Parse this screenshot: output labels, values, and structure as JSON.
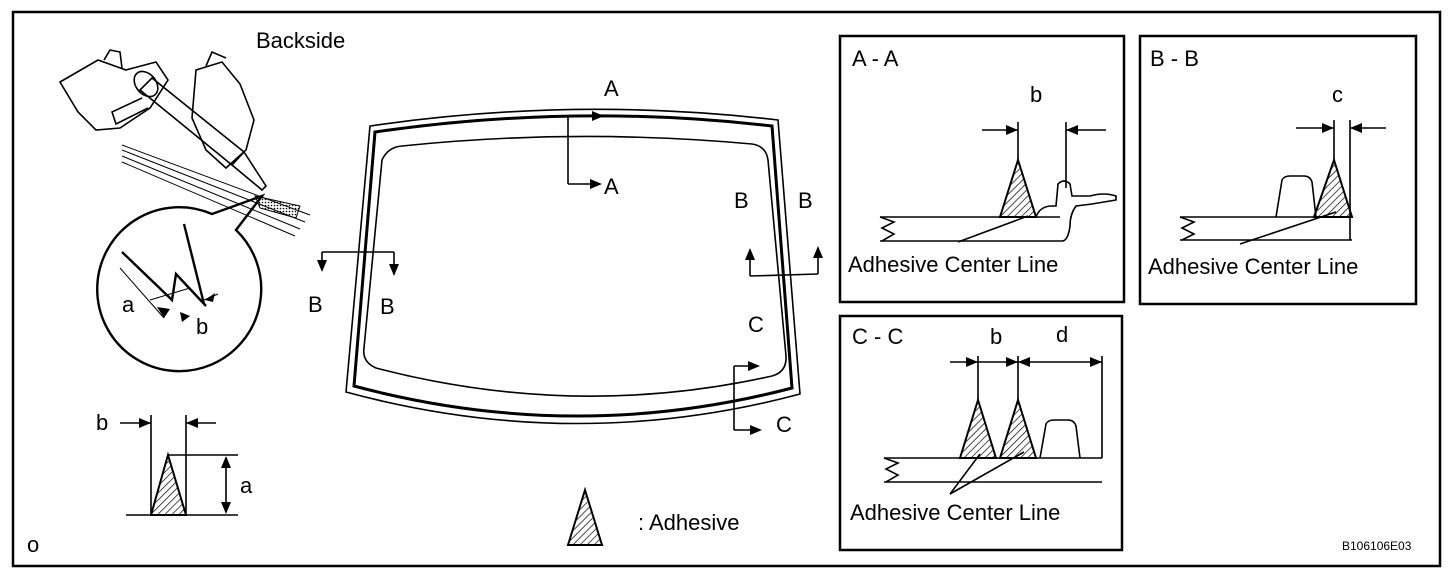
{
  "labels": {
    "backside": "Backside",
    "section_a": "A - A",
    "section_b": "B - B",
    "section_c": "C - C",
    "a": "a",
    "b": "b",
    "c": "c",
    "d": "d",
    "A": "A",
    "B": "B",
    "C": "C",
    "adhesive_center_line": "Adhesive Center Line",
    "legend_adhesive": ": Adhesive",
    "corner_mark": "o",
    "figure_code": "B106106E03"
  }
}
